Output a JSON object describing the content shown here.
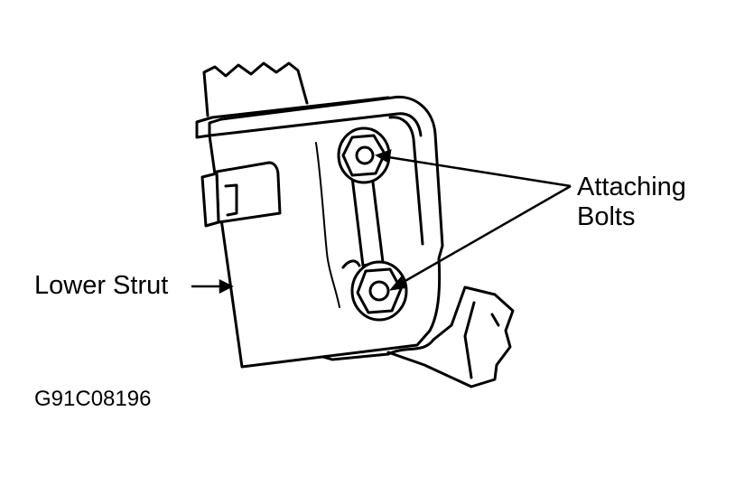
{
  "labels": {
    "attaching_line1": "Attaching",
    "attaching_line2": "Bolts",
    "lower_strut": "Lower Strut",
    "figure_code": "G91C08196"
  },
  "colors": {
    "ink": "#000000",
    "paper": "#ffffff"
  }
}
